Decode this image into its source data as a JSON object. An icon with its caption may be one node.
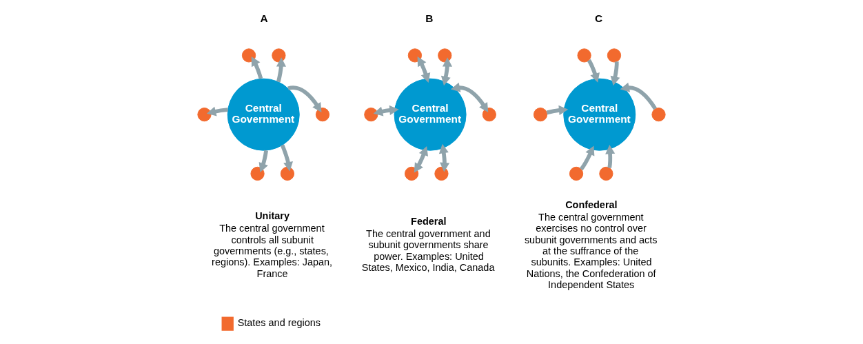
{
  "diagram": {
    "nodes": [
      {
        "text": [
          "Central Government"
        ],
        "beside": [
          "Unitary",
          "The central government controls all subunit governments (e.g., states, regions). Examples: Japan, France"
        ]
      },
      {
        "text": [],
        "shape": "circle"
      },
      {
        "text": [],
        "shape": "circle"
      },
      {
        "text": [],
        "shape": "circle"
      },
      {
        "text": [],
        "shape": "circle"
      },
      {
        "text": [],
        "shape": "circle"
      },
      {
        "text": [],
        "shape": "circle"
      },
      {
        "text": [
          "Central Government"
        ],
        "beside": [
          "Federal",
          "The central government and subunit governments share power. Examples: United States, Mexico, India, Canada"
        ]
      },
      {
        "text": [],
        "shape": "circle"
      },
      {
        "text": [],
        "shape": "circle"
      },
      {
        "text": [],
        "shape": "circle"
      },
      {
        "text": [],
        "shape": "circle"
      },
      {
        "text": [],
        "shape": "circle"
      },
      {
        "text": [],
        "shape": "circle"
      },
      {
        "text": [
          "Central Government"
        ],
        "beside": [
          "Confederal",
          "The central government exercises no control over subunit governments and acts at the suffrance of the subunits. Examples: United Nations, the Confederation of Independent States"
        ]
      },
      {
        "text": [],
        "shape": "circle"
      },
      {
        "text": [],
        "shape": "circle"
      },
      {
        "text": [],
        "shape": "circle"
      },
      {
        "text": [],
        "shape": "circle"
      },
      {
        "text": [],
        "shape": "circle"
      },
      {
        "text": [],
        "shape": "circle"
      }
    ],
    "edges": [
      {
        "from": 0,
        "to": 1,
        "arrow": "to"
      },
      {
        "from": 0,
        "to": 2,
        "arrow": "to"
      },
      {
        "from": 0,
        "to": 3,
        "arrow": "to"
      },
      {
        "from": 0,
        "to": 4,
        "arrow": "to"
      },
      {
        "from": 0,
        "to": 5,
        "arrow": "to"
      },
      {
        "from": 0,
        "to": 6,
        "arrow": "to"
      },
      {
        "from": 7,
        "to": 8,
        "arrow": "both"
      },
      {
        "from": 7,
        "to": 9,
        "arrow": "both"
      },
      {
        "from": 7,
        "to": 10,
        "arrow": "both"
      },
      {
        "from": 7,
        "to": 11,
        "arrow": "both"
      },
      {
        "from": 7,
        "to": 12,
        "arrow": "both"
      },
      {
        "from": 7,
        "to": 13,
        "arrow": "both"
      },
      {
        "from": 15,
        "to": 14,
        "arrow": "to"
      },
      {
        "from": 16,
        "to": 14,
        "arrow": "to"
      },
      {
        "from": 17,
        "to": 14,
        "arrow": "to"
      },
      {
        "from": 18,
        "to": 14,
        "arrow": "to"
      },
      {
        "from": 19,
        "to": 14,
        "arrow": "to"
      },
      {
        "from": 20,
        "to": 14,
        "arrow": "to"
      }
    ],
    "labels": [
      "A",
      "B",
      "C"
    ],
    "legend": [
      {
        "text": "States and regions",
        "color": "#f26a2e"
      }
    ]
  }
}
